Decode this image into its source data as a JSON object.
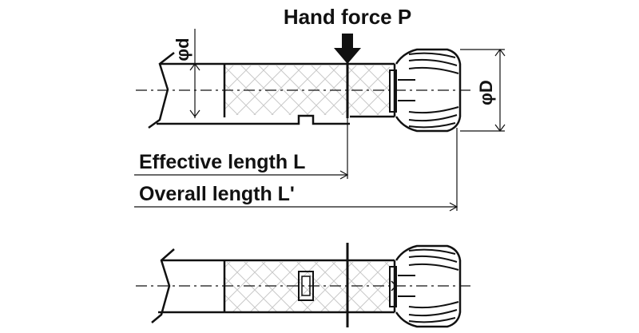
{
  "labels": {
    "hand_force": "Hand force P",
    "phi_d": "φd",
    "phi_D": "φD",
    "effective_length": "Effective length L",
    "overall_length": "Overall length L'"
  }
}
